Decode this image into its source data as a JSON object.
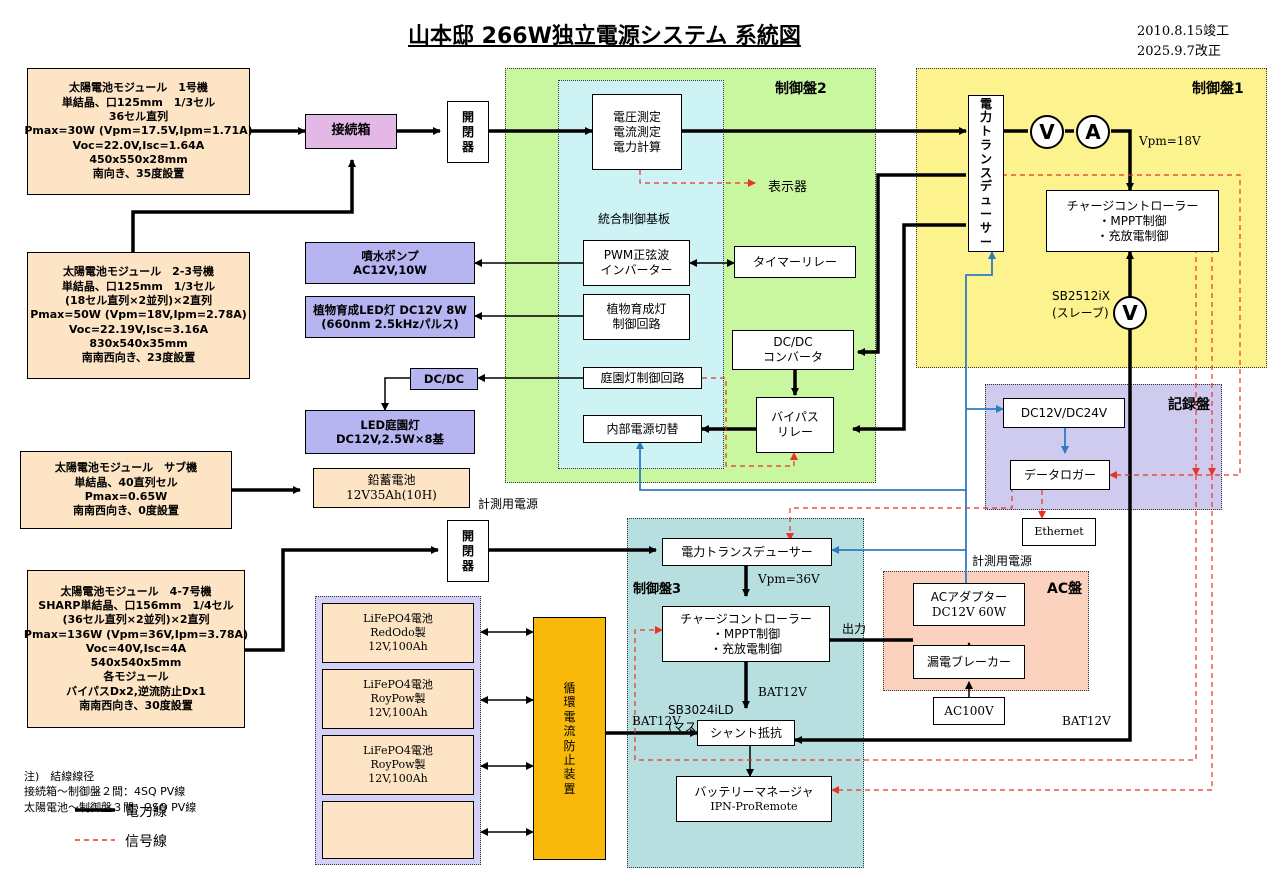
{
  "title": "山本邸 266W独立電源システム 系統図",
  "dates": {
    "built": "2010.8.15竣工",
    "revised": "2025.9.7改正"
  },
  "modules": {
    "m1": [
      "太陽電池モジュール　1号機",
      "単結晶、口125mm　1/3セル",
      "36セル直列",
      "Pmax=30W (Vpm=17.5V,Ipm=1.71A)",
      "Voc=22.0V,Isc=1.64A",
      "450x550x28mm",
      "南向き、35度設置"
    ],
    "m23": [
      "太陽電池モジュール　2-3号機",
      "単結晶、口125mm　1/3セル",
      "(18セル直列×2並列)×2直列",
      "Pmax=50W (Vpm=18V,Ipm=2.78A)",
      "Voc=22.19V,Isc=3.16A",
      "830x540x35mm",
      "南南西向き、23度設置"
    ],
    "sub": [
      "太陽電池モジュール　サブ機",
      "単結晶、40直列セル",
      "Pmax=0.65W",
      "南南西向き、0度設置"
    ],
    "m47": [
      "太陽電池モジュール　4-7号機",
      "SHARP単結晶、口156mm　1/4セル",
      "(36セル直列×2並列)×2直列",
      "Pmax=136W (Vpm=36V,Ipm=3.78A)",
      "Voc=40V,Isc=4A",
      "540x540x5mm",
      "各モジュール",
      "バイパスDx2,逆流防止Dx1",
      "南南西向き、30度設置"
    ]
  },
  "junction_box": "接続箱",
  "switch": [
    "開",
    "閉",
    "器"
  ],
  "pump": [
    "噴水ポンプ",
    "AC12V,10W"
  ],
  "grow_led": [
    "植物育成LED灯 DC12V 8W",
    "(660nm 2.5kHzパルス)"
  ],
  "dcdc_small": "DC/DC",
  "garden_led": [
    "LED庭園灯",
    "DC12V,2.5W×8基"
  ],
  "lead_battery": [
    "鉛蓄電池",
    "12V35Ah(10H)"
  ],
  "measure_power": "計測用電源",
  "panel2": {
    "label": "制御盤2",
    "board_label": "統合制御基板",
    "meas": [
      "電圧測定",
      "電流測定",
      "",
      "電力計算"
    ],
    "display": "表示器",
    "pwm": [
      "PWM正弦波",
      "インバーター"
    ],
    "timer": "タイマーリレー",
    "grow_ctrl": [
      "植物育成灯",
      "制御回路"
    ],
    "dcdc": [
      "DC/DC",
      "コンバータ"
    ],
    "garden_ctrl": "庭園灯制御回路",
    "bypass": [
      "バイパス",
      "リレー"
    ],
    "internal_psu": "内部電源切替"
  },
  "panel1": {
    "label": "制御盤1",
    "transducer": [
      "電",
      "力",
      "ト",
      "ラ",
      "ン",
      "ス",
      "デ",
      "ュ",
      "ー",
      "サ",
      "ー"
    ],
    "volt_meter": "V",
    "amp_meter": "A",
    "volt_meter2": "V",
    "vpm": "Vpm=18V",
    "charge_ctrl": [
      "チャージコントローラー",
      "・MPPT制御",
      "・充放電制御"
    ],
    "model": [
      "SB2512iX",
      "(スレーブ)"
    ]
  },
  "logger_panel": {
    "label": "記録盤",
    "dcdc": "DC12V/DC24V",
    "logger": "データロガー",
    "ethernet": "Ethernet"
  },
  "panel3": {
    "label": "制御盤3",
    "transducer": "電力トランスデューサー",
    "vpm": "Vpm=36V",
    "charge_ctrl": [
      "チャージコントローラー",
      "・MPPT制御",
      "・充放電制御"
    ],
    "output": "出力",
    "model": [
      "SB3024iLD",
      "(マスター)"
    ],
    "bat12v": "BAT12V",
    "shunt": "シャント抵抗",
    "battery_mgr": [
      "バッテリーマネージャ",
      "IPN-ProRemote"
    ]
  },
  "ac_panel": {
    "label": "AC盤",
    "adapter": [
      "ACアダプター",
      "DC12V 60W"
    ],
    "breaker": "漏電ブレーカー",
    "ac100": "AC100V",
    "measure_power": "計測用電源"
  },
  "bat12v_left": "BAT12V",
  "bat12v_right": "BAT12V",
  "lifepo": [
    [
      "LiFePO4電池",
      "RedOdo製",
      "12V,100Ah"
    ],
    [
      "LiFePO4電池",
      "RoyPow製",
      "12V,100Ah"
    ],
    [
      "LiFePO4電池",
      "RoyPow製",
      "12V,100Ah"
    ],
    []
  ],
  "backflow": [
    "循",
    "環",
    "電",
    "流",
    "防",
    "止",
    "装",
    "置"
  ],
  "notes": [
    "注)　結線線径",
    "接続箱～制御盤２間：4SQ PV線",
    "太陽電池～制御盤３間：2SQ PV線"
  ],
  "legend": {
    "power": "電力線",
    "signal": "信号線"
  },
  "colors": {
    "panel2": "#c8f7a0",
    "board": "#cdf3f5",
    "panel1": "#fdf38e",
    "logger": "#cfcbee",
    "panel3": "#b7dfe0",
    "acpanel": "#fad2bd",
    "battery_area": "#d4d0f7",
    "backflow": "#f9b90a",
    "signal": "#e8332a",
    "measure": "#2e7bc4"
  }
}
